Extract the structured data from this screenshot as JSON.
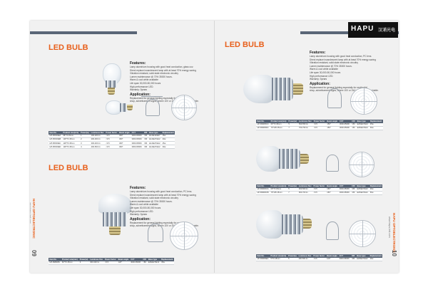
{
  "brand": {
    "logo_mark": "HAPU",
    "logo_cn": "汉浦光电",
    "side_company": "HAPU OPTOELECTRONIC",
    "side_web": "www.hapu-led.com"
  },
  "pages": {
    "left_number": "09",
    "right_number": "10"
  },
  "table_headers": [
    "Item No.",
    "Product size(mm)",
    "Power(w)",
    "Luminous flux",
    "Power factor",
    "Beam angle",
    "CCT",
    "CRI",
    "Base type",
    "Replacement"
  ],
  "sections": [
    {
      "title": "LED BULB",
      "features_heading": "Features:",
      "features": [
        "Lamp aluminium housing with good heat conduction, glass cov.",
        "Direct replace incandescent lamp with at least 70% energy saving",
        "Vibration resistant, solid state electronic circuitry",
        "Lumen maintenance @ 70% 35000 hours.",
        "Warm & cool white available",
        "Life span 30,000-50,000 hours",
        "High performance LED.",
        "Warranty: 3years"
      ],
      "application_heading": "Application:",
      "application": [
        "Replacement for general lighting especially for residential,",
        "shop, advertisement signs, where 10V or 1W solution is undesirable."
      ],
      "rows": [
        [
          "HP-BX603EA",
          "58*70 45mm",
          "1",
          "100-200 lm",
          "<0.5",
          "360°",
          "3000-6500K",
          ">80",
          "E14/E12/E27",
          "15w"
        ],
        [
          "HP-BX603EB",
          "128*70 45mm",
          "2",
          "200-300 lm",
          "<0.5",
          "360°",
          "3000-6500K",
          ">80",
          "E14/E27/E12",
          "20w"
        ],
        [
          "HP-BX603EC",
          "128*70 45mm",
          "3",
          "300-400 lm",
          "<0.5",
          "360°",
          "3000-6500K",
          ">80",
          "E14/E27/E12",
          "25w"
        ],
        [
          "HP-BX603ED",
          "128*70 45mm",
          "4",
          "400-500 lm",
          "<0.5",
          "360°",
          "3000-6500K",
          ">80",
          "E14/E27/E12",
          "30w"
        ]
      ]
    },
    {
      "title": "LED BULB",
      "features_heading": "Features:",
      "features": [
        "Lamp aluminium housing with good heat conduction, PC lens.",
        "Direct replace incandescent lamp with at least 70% energy saving",
        "Vibration resistant, solid state electronic circuitry",
        "Lumen maintenance @ 70% 35000 hours.",
        "Warm & cool white available",
        "Life span 30,000-50,000 hours",
        "High performance LED.",
        "Warranty: 3years"
      ],
      "application_heading": "Application:",
      "application": [
        "Replacement for general lighting especially for residential,",
        "shop, advertisement signs, where 10V or 1W solution is undesirable."
      ],
      "rows": [
        [
          "HP-BM606S",
          "60*70 45mm",
          "3",
          "300-330 lm",
          "<0.5",
          "120°",
          "3000-6500K",
          ">80",
          "E26/E27/E12",
          "35w"
        ]
      ]
    },
    {
      "title": "LED BULB",
      "features_heading": "Features:",
      "features": [
        "Lamp aluminium housing with good heat conduction, PC lens.",
        "Direct replace incandescent lamp with at least 70% energy saving",
        "Vibration resistant, solid state electronic circuitry",
        "Lumen maintenance @ 70% 35000 hours.",
        "Warm & cool white available",
        "Life span 30,000-50,000 hours",
        "High performance LED.",
        "Warranty: 3years"
      ],
      "application_heading": "Application:",
      "application": [
        "Replacement for general lighting especially for residential,",
        "shop, advertisement signs, where 10V or 1W solution is undesirable."
      ],
      "rows": [
        [
          "HP-BN605CC",
          "60*70 45mm",
          "5",
          "500-550 lm",
          "<0.5",
          "150°",
          "3000-6500K",
          ">80",
          "E26/E27/E12",
          "45w"
        ],
        [
          "HP-BN605DC",
          "70*105 45mm",
          "7",
          "700-750 lm",
          "<0.5",
          "150°",
          "3000-6500K",
          ">80",
          "E26/E27/E12",
          "60w"
        ]
      ]
    },
    {
      "title": "",
      "rows": [
        [
          "HP-BN606CA",
          "60*70 45mm",
          "5",
          "400-500 lm",
          "<0.5",
          "150°",
          "3000-6500K",
          ">80",
          "E26/E27/E12",
          "40w"
        ],
        [
          "HP-BN606CB",
          "70*105 45mm",
          "7",
          "600-700 lm",
          "<0.5",
          "150°",
          "3000-6500K",
          ">80",
          "E26/E27/E12",
          "50w"
        ]
      ]
    },
    {
      "title": "",
      "rows": [
        [
          "HP-BN605EA",
          "5*70 45mm",
          "5",
          "400-500 lm",
          "<0.5",
          "120°",
          "3000-6500K",
          ">80",
          "E26/E27/E12",
          "40w"
        ]
      ]
    }
  ]
}
